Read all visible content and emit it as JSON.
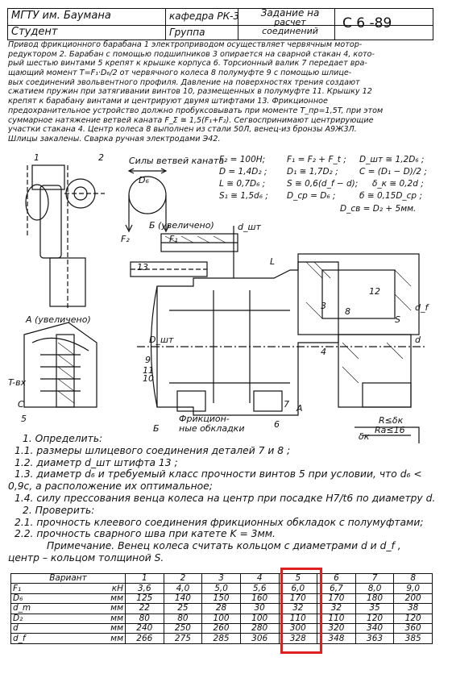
{
  "header": {
    "university": "МГТУ им. Баумана",
    "department": "кафедра РК-3",
    "task_title_line1": "Задание на",
    "task_title_line2": "расчет",
    "task_title_line3": "соединений",
    "code": "С 6 -89",
    "student_label": "Студент",
    "group_label": "Группа"
  },
  "description": {
    "lines": [
      "Привод фрикционного барабана 1 электроприводом осуществляет червячным мотор-",
      "редуктором 2. Барабан с помощью подшипников 3 опирается на сварной стакан 4, кото-",
      "рый шестью винтами 5 крепят к крышке корпуса 6. Торсионный валик 7 передает вра-",
      "щающий момент T=F₁·D₆/2 от червячного колеса 8 полумуфте 9 с помощью шлице-",
      "вых соединений эвольвентного профиля. Давление на поверхностях трения создают",
      "сжатием пружин при затягивании винтов 10, размещенных в полумуфте 11. Крышку 12",
      "крепят к барабану винтами и центрируют двумя штифтами 13. Фрикционное",
      "предохранительное устройство должно пробуксовывать при моменте T_пр=1,5T, при этом",
      "суммарное натяжение ветвей каната F_Σ ≅ 1,5(F₁+F₂). Сегвоспринимают центрирующие",
      "участки стакана 4. Центр колеса 8 выполнен из стали 50Л, венец-из бронзы А9Ж3Л.",
      "Шлицы закалены. Сварка ручная электродами Э42."
    ]
  },
  "formulas": {
    "f1": "F₂ = 100H;",
    "f2": "F₁ = F₂ + F_t ;",
    "f3": "D_шт ≅ 1,2D₆ ;",
    "f4": "D = 1,4D₂ ;",
    "f5": "D₁ ≅ 1,7D₂ ;",
    "f6": "C = (D₁ − D)/2 ;",
    "f7": "L ≅ 0,7D₆ ;",
    "f8": "S ≅ 0,6(d_f − d);",
    "f9": "δ_к ≅ 0,2d ;",
    "f10": "S₁ ≅ 1,5d₆ ;",
    "f11": "D_ср = D₆ ;",
    "f12": "б ≅ 0,15D_ср ;",
    "f13": "D_cв = D₂ + 5мм."
  },
  "drawing": {
    "label_forces": "Силы ветвей каната",
    "label_view_b": "Б (увеличено)",
    "label_view_a": "А (увеличено)",
    "label_friction": "Фрикцион-",
    "label_friction2": "ные обкладки",
    "label_tx": "T-вх",
    "label_d_shaft": "D₆",
    "label_fz": "F₂",
    "label_f1": "F₁",
    "label_dsht": "d_шт",
    "label_dsh": "D_шт",
    "label_l": "L",
    "label_a": "A",
    "label_b": "Б",
    "label_c": "C",
    "label_s": "S",
    "label_d": "d",
    "label_df": "d_f",
    "label_bk": "δк",
    "label_rbk": "R≤δк",
    "label_ra": "Rа≤16",
    "numbers": [
      "1",
      "2",
      "3",
      "4",
      "5",
      "6",
      "7",
      "8",
      "9",
      "10",
      "11",
      "12",
      "13"
    ]
  },
  "tasks": {
    "lines": [
      "1. Определить:",
      "1.1. размеры шлицевого соединения деталей 7 и 8 ;",
      "1.2. диаметр d_шт штифта 13 ;",
      "1.3. диаметр d₆ и требуемый класс прочности винтов 5 при условии, что d₆ <",
      "0,9c, а расположение их оптимальное;",
      "1.4. силу прессования венца колеса на центр при посадке H7/t6 по диаметру d.",
      "2. Проверить:",
      "2.1. прочность клеевого соединения фрикционных обкладок с полумуфтами;",
      "2.2. прочность сварного шва при катете K = 3мм.",
      "Примечание. Венец колеса считать кольцом с диаметрами d и d_f ,",
      "центр – кольцом толщиной S."
    ]
  },
  "variants_table": {
    "header_label": "Вариант",
    "variant_numbers": [
      "1",
      "2",
      "3",
      "4",
      "5",
      "6",
      "7",
      "8"
    ],
    "rows": [
      {
        "name": "F₁",
        "unit": "кН",
        "values": [
          "3,6",
          "4,0",
          "5,0",
          "5,6",
          "6,0",
          "6,7",
          "8,0",
          "9,0"
        ]
      },
      {
        "name": "D₆",
        "unit": "мм",
        "values": [
          "125",
          "140",
          "150",
          "160",
          "170",
          "170",
          "180",
          "200"
        ]
      },
      {
        "name": "d_m",
        "unit": "мм",
        "values": [
          "22",
          "25",
          "28",
          "30",
          "32",
          "32",
          "35",
          "38"
        ]
      },
      {
        "name": "D₂",
        "unit": "мм",
        "values": [
          "80",
          "80",
          "100",
          "100",
          "110",
          "110",
          "120",
          "120"
        ]
      },
      {
        "name": "d",
        "unit": "мм",
        "values": [
          "240",
          "250",
          "260",
          "280",
          "300",
          "320",
          "340",
          "360"
        ]
      },
      {
        "name": "d_f",
        "unit": "мм",
        "values": [
          "266",
          "275",
          "285",
          "306",
          "328",
          "348",
          "363",
          "385"
        ]
      }
    ],
    "highlight_color": "#e02020"
  }
}
